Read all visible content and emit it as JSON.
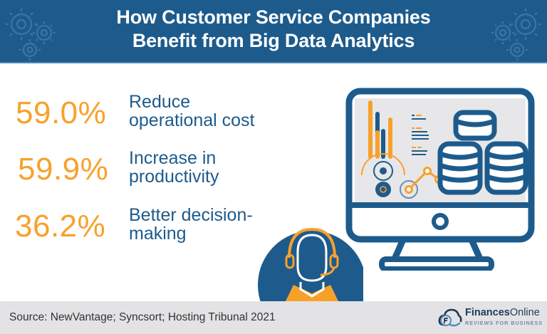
{
  "header": {
    "title_line1": "How Customer Service Companies",
    "title_line2": "Benefit from Big Data Analytics"
  },
  "stats": [
    {
      "value": "59.0%",
      "label": "Reduce\noperational cost"
    },
    {
      "value": "59.9%",
      "label": "Increase in\nproductivity"
    },
    {
      "value": "36.2%",
      "label": "Better decision-\nmaking"
    }
  ],
  "illustration": {
    "monitor_icon": "monitor-analytics-icon",
    "agent_icon": "headset-agent-icon"
  },
  "footer": {
    "source": "Source: NewVantage; Syncsort; Hosting Tribunal 2021",
    "brand_bold": "Finances",
    "brand_rest": "Online",
    "brand_tagline": "REVIEWS FOR BUSINESS"
  },
  "colors": {
    "header_bg": "#1d5b8c",
    "accent_orange": "#f7a12b",
    "text_blue": "#1d5b8c",
    "footer_bg": "#e3e3e5"
  },
  "chart_data": {
    "type": "table",
    "title": "How Customer Service Companies Benefit from Big Data Analytics",
    "categories": [
      "Reduce operational cost",
      "Increase in productivity",
      "Better decision-making"
    ],
    "values": [
      59.0,
      59.9,
      36.2
    ],
    "unit": "%",
    "source": "NewVantage; Syncsort; Hosting Tribunal 2021"
  }
}
